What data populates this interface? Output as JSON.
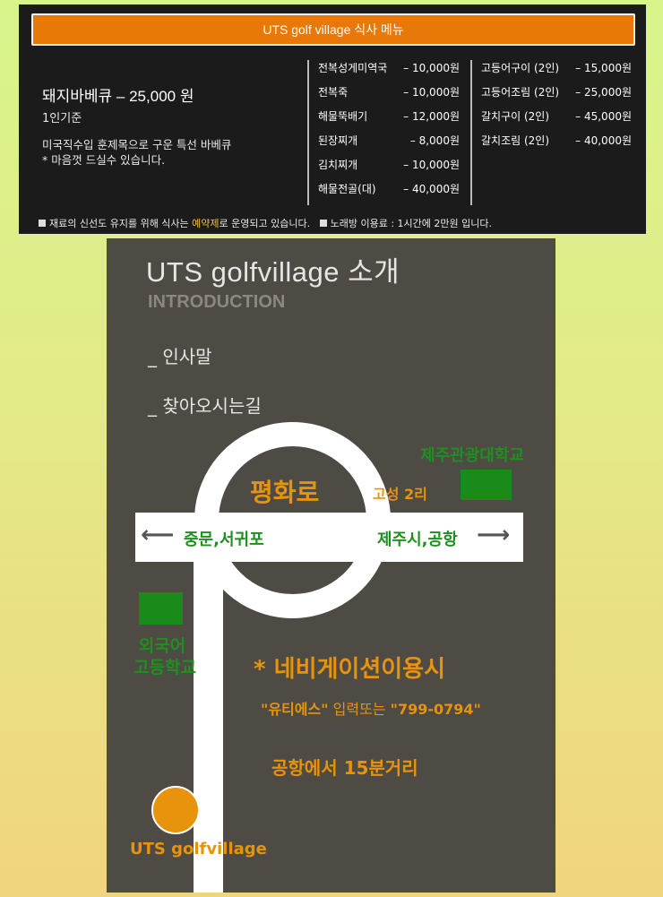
{
  "menu": {
    "title": "UTS golf village 식사 메뉴",
    "main_dish": "돼지바베큐 – 25,000 원",
    "main_basis": "1인기준",
    "main_desc_line1": "미국직수입 훈제목으로 구운 특선 바베큐",
    "main_desc_line2": "* 마음껏 드실수 있습니다.",
    "col1": [
      {
        "name": "전복성게미역국",
        "price": "– 10,000원"
      },
      {
        "name": "전복죽",
        "price": "– 10,000원"
      },
      {
        "name": "해물뚝배기",
        "price": "– 12,000원"
      },
      {
        "name": "된장찌개",
        "price": "– 8,000원"
      },
      {
        "name": "김치찌개",
        "price": "– 10,000원"
      },
      {
        "name": "해물전골(대)",
        "price": "– 40,000원"
      }
    ],
    "col2": [
      {
        "name": "고등어구이 (2인)",
        "price": "– 15,000원"
      },
      {
        "name": "고등어조림 (2인)",
        "price": "– 25,000원"
      },
      {
        "name": "갈치구이 (2인)",
        "price": "– 45,000원"
      },
      {
        "name": "갈치조림 (2인)",
        "price": "– 40,000원"
      }
    ],
    "footer_a": "재료의 신선도 유지를 위해 식사는 ",
    "footer_highlight": "예약제",
    "footer_b": "로 운영되고 있습니다.",
    "footer_c": "노래방 이용료 : 1시간에 2만원 입니다."
  },
  "intro": {
    "title": "UTS golfvillage  소개",
    "subtitle": "INTRODUCTION",
    "link_greeting": "_ 인사말",
    "link_directions": "_ 찾아오시는길"
  },
  "map": {
    "road_name": "평화로",
    "village": "고성 2리",
    "university": "제주관광대학교",
    "left_dest": "중문,서귀포",
    "right_dest": "제주시,공항",
    "school_line1": "외국어",
    "school_line2": "고등학교",
    "navi_title": "* 네비게이션이용시",
    "navi_hint_q1": "\"유티에스\"",
    "navi_hint_mid": " 입력또는 ",
    "navi_hint_q2": "\"799-0794\"",
    "distance": "공항에서 15분거리",
    "uts_label": "UTS golfvillage",
    "arrow_left": "⟵",
    "arrow_right": "⟶"
  },
  "colors": {
    "menu_bg": "#1b1b1b",
    "title_bar": "#e87808",
    "highlight": "#f2c43a",
    "map_bg": "#4e4a44",
    "green": "#1f8f1f",
    "orange": "#e8930c"
  }
}
